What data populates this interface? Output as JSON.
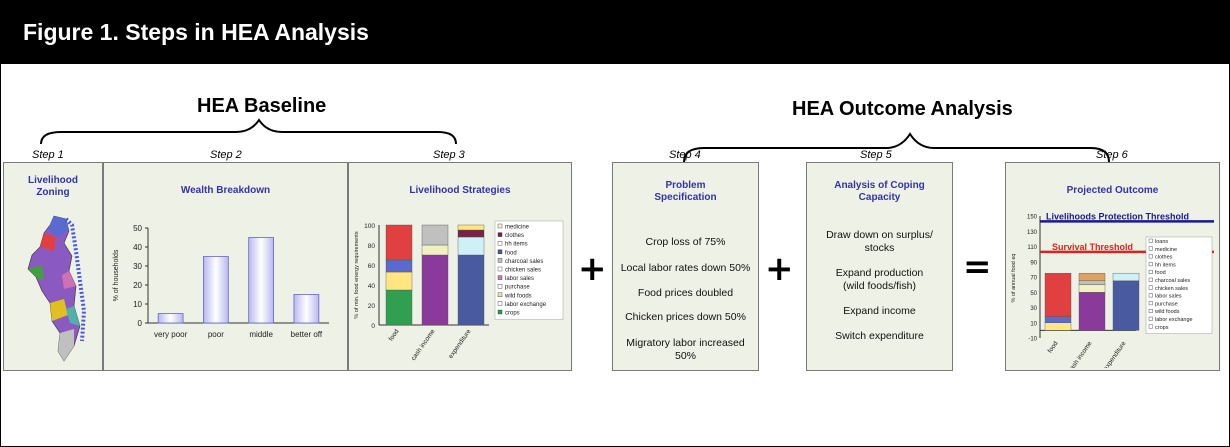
{
  "title": "Figure 1. Steps in HEA Analysis",
  "baseline": {
    "heading": "HEA Baseline",
    "steps": [
      "Step 1",
      "Step 2",
      "Step 3"
    ],
    "zoning": {
      "title_line1": "Livelihood",
      "title_line2": "Zoning"
    },
    "wealth": {
      "title": "Wealth Breakdown",
      "chart_data": {
        "type": "bar",
        "categories": [
          "very poor",
          "poor",
          "middle",
          "better off"
        ],
        "values": [
          5,
          35,
          45,
          15
        ],
        "ylabel": "% of households",
        "ylim": [
          0,
          50
        ],
        "yticks": [
          "0",
          "10",
          "20",
          "30",
          "40",
          "50"
        ]
      }
    },
    "strategies": {
      "title": "Livelihood Strategies",
      "chart_data": {
        "type": "bar",
        "stacked": true,
        "categories": [
          "food",
          "cash income",
          "expenditure"
        ],
        "ylabel": "% of min. food energy requirements",
        "ylim": [
          0,
          100
        ],
        "yticks": [
          "0",
          "20",
          "40",
          "60",
          "80",
          "100"
        ],
        "legend": [
          "medicine",
          "clothes",
          "hh items",
          "food",
          "charcoal sales",
          "chicken sales",
          "labor sales",
          "purchase",
          "wild foods",
          "labor exchange",
          "crops"
        ],
        "series_colors": [
          "#fff2cc",
          "#7a1f4a",
          "#ffffff",
          "#4a5aa0",
          "#c0c0c0",
          "#ffffff",
          "#c080c0",
          "#ffffff",
          "#f2e0a0",
          "#ffffff",
          "#30a050"
        ]
      }
    }
  },
  "outcome": {
    "heading": "HEA Outcome Analysis",
    "steps": [
      "Step 4",
      "Step 5",
      "Step 6"
    ],
    "problem": {
      "title_line1": "Problem",
      "title_line2": "Specification",
      "items": [
        "Crop loss of 75%",
        "Local labor rates down 50%",
        "Food prices doubled",
        "Chicken prices down 50%",
        "Migratory labor increased",
        "50%"
      ]
    },
    "coping": {
      "title_line1": "Analysis of Coping",
      "title_line2": "Capacity",
      "items": [
        "Draw down on surplus/",
        "stocks",
        "Expand production",
        "(wild foods/fish)",
        "Expand income",
        "Switch expenditure"
      ]
    },
    "projected": {
      "title": "Projected Outcome",
      "lp_threshold": "Livelihoods Protection Threshold",
      "survival_threshold": "Survival Threshold",
      "chart_data": {
        "type": "bar",
        "stacked": true,
        "categories": [
          "food",
          "cash income",
          "expenditure"
        ],
        "ylabel": "% of annual food eq",
        "ylim": [
          -10,
          150
        ],
        "yticks": [
          "150",
          "130",
          "110",
          "90",
          "70",
          "50",
          "30",
          "10",
          "-10"
        ],
        "legend": [
          "loans",
          "medicine",
          "clothes",
          "hh items",
          "food",
          "charcoal sales",
          "chicken sales",
          "labor sales",
          "purchase",
          "wild foods",
          "labor exchange",
          "crops"
        ]
      }
    }
  },
  "operators": {
    "plus": "+",
    "equals": "="
  }
}
